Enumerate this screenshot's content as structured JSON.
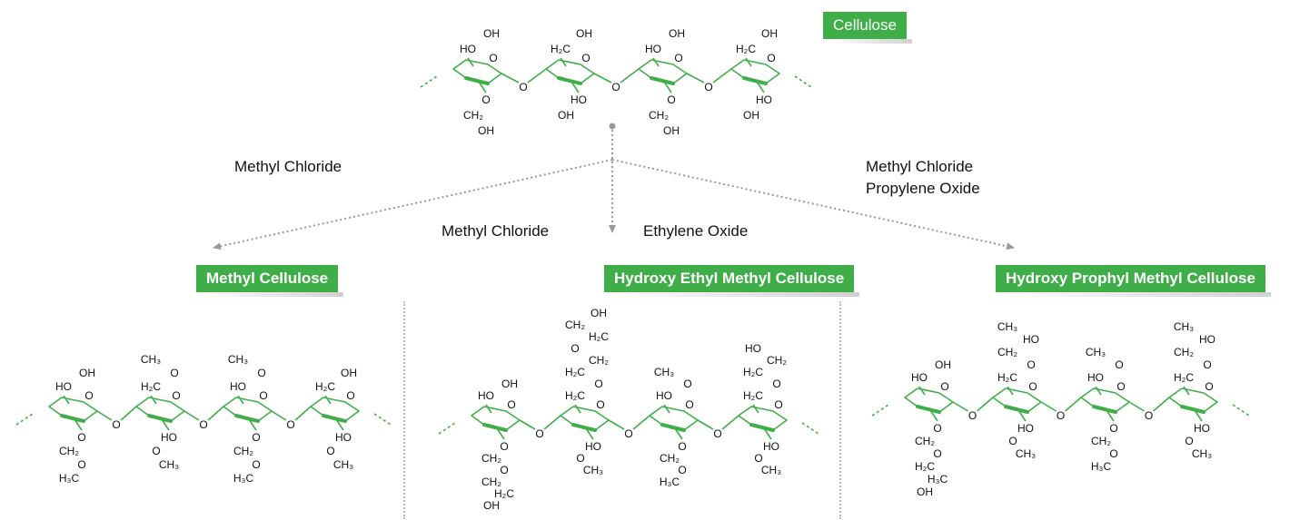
{
  "labels": {
    "cellulose": "Cellulose",
    "methyl_cellulose": "Methyl Cellulose",
    "hemc": "Hydroxy Ethyl Methyl Cellulose",
    "hpmc": "Hydroxy Prophyl Methyl Cellulose"
  },
  "reagents": {
    "left": "Methyl Chloride",
    "middle_a": "Methyl Chloride",
    "middle_b": "Ethylene Oxide",
    "right_1": "Methyl Chloride",
    "right_2": "Propylene Oxide"
  },
  "colors": {
    "accent": "#3fae49",
    "arrow": "#999999",
    "divider": "#bbbbbb"
  },
  "groups": {
    "cellulose": {
      "sub": [
        [
          {
            "t": "HO",
            "o": "up"
          },
          {
            "t": "OH",
            "o": "up"
          },
          {
            "t": "O",
            "o": "down",
            "ring": 1
          },
          {
            "t": "CH₂",
            "o": "down"
          },
          {
            "t": "OH",
            "o": "down"
          }
        ],
        [
          {
            "t": "H₂C",
            "o": "up"
          },
          {
            "t": "OH",
            "o": "up"
          },
          {
            "t": "HO",
            "o": "down"
          },
          {
            "t": "OH",
            "o": "down"
          }
        ],
        [
          {
            "t": "HO",
            "o": "up"
          },
          {
            "t": "OH",
            "o": "up"
          },
          {
            "t": "O",
            "o": "down",
            "ring": 1
          },
          {
            "t": "CH₂",
            "o": "down"
          },
          {
            "t": "OH",
            "o": "down"
          }
        ],
        [
          {
            "t": "H₂C",
            "o": "up"
          },
          {
            "t": "OH",
            "o": "up"
          },
          {
            "t": "HO",
            "o": "down"
          },
          {
            "t": "OH",
            "o": "down"
          }
        ]
      ]
    },
    "methyl_cellulose": {
      "sub": [
        [
          {
            "t": "HO",
            "o": "up"
          },
          {
            "t": "OH",
            "o": "up"
          },
          {
            "t": "O",
            "o": "down",
            "ring": 1
          },
          {
            "t": "CH₂",
            "o": "down"
          },
          {
            "t": "O",
            "o": "down"
          },
          {
            "t": "H₃C",
            "o": "down"
          }
        ],
        [
          {
            "t": "H₂C",
            "o": "up"
          },
          {
            "t": "O",
            "o": "up"
          },
          {
            "t": "CH₃",
            "o": "up"
          },
          {
            "t": "HO",
            "o": "down"
          },
          {
            "t": "O",
            "o": "down"
          },
          {
            "t": "CH₃",
            "o": "down"
          }
        ],
        [
          {
            "t": "HO",
            "o": "up"
          },
          {
            "t": "O",
            "o": "up"
          },
          {
            "t": "CH₃",
            "o": "up"
          },
          {
            "t": "O",
            "o": "down",
            "ring": 1
          },
          {
            "t": "CH₂",
            "o": "down"
          },
          {
            "t": "O",
            "o": "down"
          },
          {
            "t": "H₃C",
            "o": "down"
          }
        ],
        [
          {
            "t": "H₂C",
            "o": "up"
          },
          {
            "t": "OH",
            "o": "up"
          },
          {
            "t": "HO",
            "o": "down"
          },
          {
            "t": "O",
            "o": "down"
          },
          {
            "t": "CH₃",
            "o": "down"
          }
        ]
      ]
    },
    "hemc": {
      "sub": [
        [
          {
            "t": "HO",
            "o": "up"
          },
          {
            "t": "OH",
            "o": "up"
          },
          {
            "t": "O",
            "o": "down",
            "ring": 1
          },
          {
            "t": "CH₂",
            "o": "down"
          },
          {
            "t": "O",
            "o": "down"
          },
          {
            "t": "CH₂",
            "o": "down"
          },
          {
            "t": "H₂C",
            "o": "down"
          },
          {
            "t": "OH",
            "o": "down"
          }
        ],
        [
          {
            "t": "H₂C",
            "o": "up"
          },
          {
            "t": "O",
            "o": "up"
          },
          {
            "t": "H₂C",
            "o": "up"
          },
          {
            "t": "CH₂",
            "o": "up"
          },
          {
            "t": "O",
            "o": "up"
          },
          {
            "t": "H₂C",
            "o": "up"
          },
          {
            "t": "CH₂",
            "o": "up"
          },
          {
            "t": "OH",
            "o": "up"
          },
          {
            "t": "HO",
            "o": "down"
          },
          {
            "t": "O",
            "o": "down"
          },
          {
            "t": "CH₃",
            "o": "down"
          }
        ],
        [
          {
            "t": "HO",
            "o": "up"
          },
          {
            "t": "O",
            "o": "up"
          },
          {
            "t": "CH₃",
            "o": "up"
          },
          {
            "t": "O",
            "o": "down",
            "ring": 1
          },
          {
            "t": "CH₂",
            "o": "down"
          },
          {
            "t": "O",
            "o": "down"
          },
          {
            "t": "H₃C",
            "o": "down"
          }
        ],
        [
          {
            "t": "H₂C",
            "o": "up"
          },
          {
            "t": "O",
            "o": "up"
          },
          {
            "t": "H₂C",
            "o": "up"
          },
          {
            "t": "CH₂",
            "o": "up"
          },
          {
            "t": "HO",
            "o": "up"
          },
          {
            "t": "HO",
            "o": "down"
          },
          {
            "t": "O",
            "o": "down"
          },
          {
            "t": "CH₃",
            "o": "down"
          }
        ]
      ]
    },
    "hpmc": {
      "sub": [
        [
          {
            "t": "HO",
            "o": "up"
          },
          {
            "t": "OH",
            "o": "up"
          },
          {
            "t": "O",
            "o": "down",
            "ring": 1
          },
          {
            "t": "CH₂",
            "o": "down"
          },
          {
            "t": "O",
            "o": "down"
          },
          {
            "t": "H₂C",
            "o": "down"
          },
          {
            "t": "H₃C",
            "o": "down"
          },
          {
            "t": "OH",
            "o": "down"
          }
        ],
        [
          {
            "t": "H₂C",
            "o": "up"
          },
          {
            "t": "O",
            "o": "up"
          },
          {
            "t": "CH₂",
            "o": "up"
          },
          {
            "t": "HO",
            "o": "up"
          },
          {
            "t": "CH₃",
            "o": "up"
          },
          {
            "t": "HO",
            "o": "down"
          },
          {
            "t": "O",
            "o": "down"
          },
          {
            "t": "CH₃",
            "o": "down"
          }
        ],
        [
          {
            "t": "HO",
            "o": "up"
          },
          {
            "t": "O",
            "o": "up"
          },
          {
            "t": "CH₃",
            "o": "up"
          },
          {
            "t": "O",
            "o": "down",
            "ring": 1
          },
          {
            "t": "CH₂",
            "o": "down"
          },
          {
            "t": "O",
            "o": "down"
          },
          {
            "t": "H₃C",
            "o": "down"
          }
        ],
        [
          {
            "t": "H₂C",
            "o": "up"
          },
          {
            "t": "O",
            "o": "up"
          },
          {
            "t": "CH₂",
            "o": "up"
          },
          {
            "t": "HO",
            "o": "up"
          },
          {
            "t": "CH₃",
            "o": "up"
          },
          {
            "t": "HO",
            "o": "down"
          },
          {
            "t": "O",
            "o": "down"
          },
          {
            "t": "CH₃",
            "o": "down"
          }
        ]
      ]
    }
  }
}
